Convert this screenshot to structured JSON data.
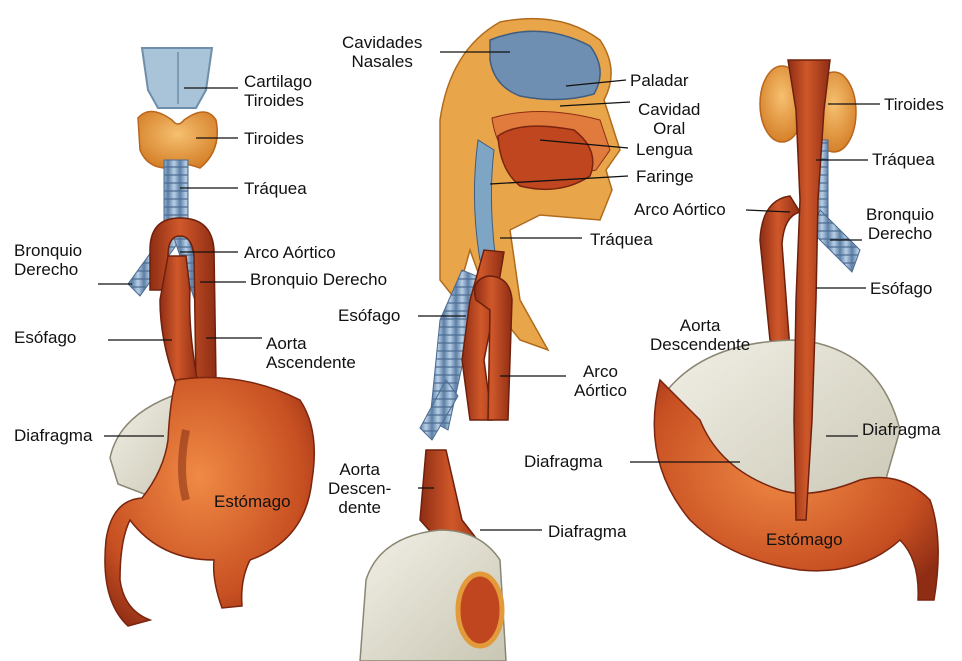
{
  "colors": {
    "muscle": "#c0461f",
    "muscle_dark": "#8e2d14",
    "muscle_light": "#e07a3d",
    "cartilage": "#7ea6c4",
    "thyroid": "#e39a3a",
    "diaphragm": "#e7e4d6",
    "bone": "#e8a54a",
    "leader": "#111111"
  },
  "left_panel": {
    "cartilago_tiroides": [
      "Cartilago",
      "Tiroides"
    ],
    "tiroides": "Tiroides",
    "traquea": "Tráquea",
    "bronquio_derecho_left": [
      "Bronquio",
      "Derecho"
    ],
    "arco_aortico": "Arco Aórtico",
    "bronquio_derecho_right": "Bronquio Derecho",
    "esofago": "Esófago",
    "aorta_ascendente": [
      "Aorta",
      "Ascendente"
    ],
    "diafragma": "Diafragma",
    "estomago": "Estómago"
  },
  "middle_panel": {
    "cavidades_nasales": [
      "Cavidades",
      "Nasales"
    ],
    "paladar": "Paladar",
    "cavidad_oral": [
      "Cavidad",
      "Oral"
    ],
    "lengua": "Lengua",
    "faringe": "Faringe",
    "traquea": "Tráquea",
    "esofago": "Esófago",
    "arco_aortico": [
      "Arco",
      "Aórtico"
    ],
    "aorta_descendente": [
      "Aorta",
      "Descen-",
      "dente"
    ],
    "diafragma": "Diafragma"
  },
  "right_panel": {
    "tiroides": "Tiroides",
    "traquea": "Tráquea",
    "arco_aortico": "Arco Aórtico",
    "bronquio_derecho": [
      "Bronquio",
      "Derecho"
    ],
    "esofago": "Esófago",
    "aorta_descendente": [
      "Aorta",
      "Descendente"
    ],
    "diafragma_right": "Diafragma",
    "diafragma_left": "Diafragma",
    "estomago": "Estómago"
  }
}
